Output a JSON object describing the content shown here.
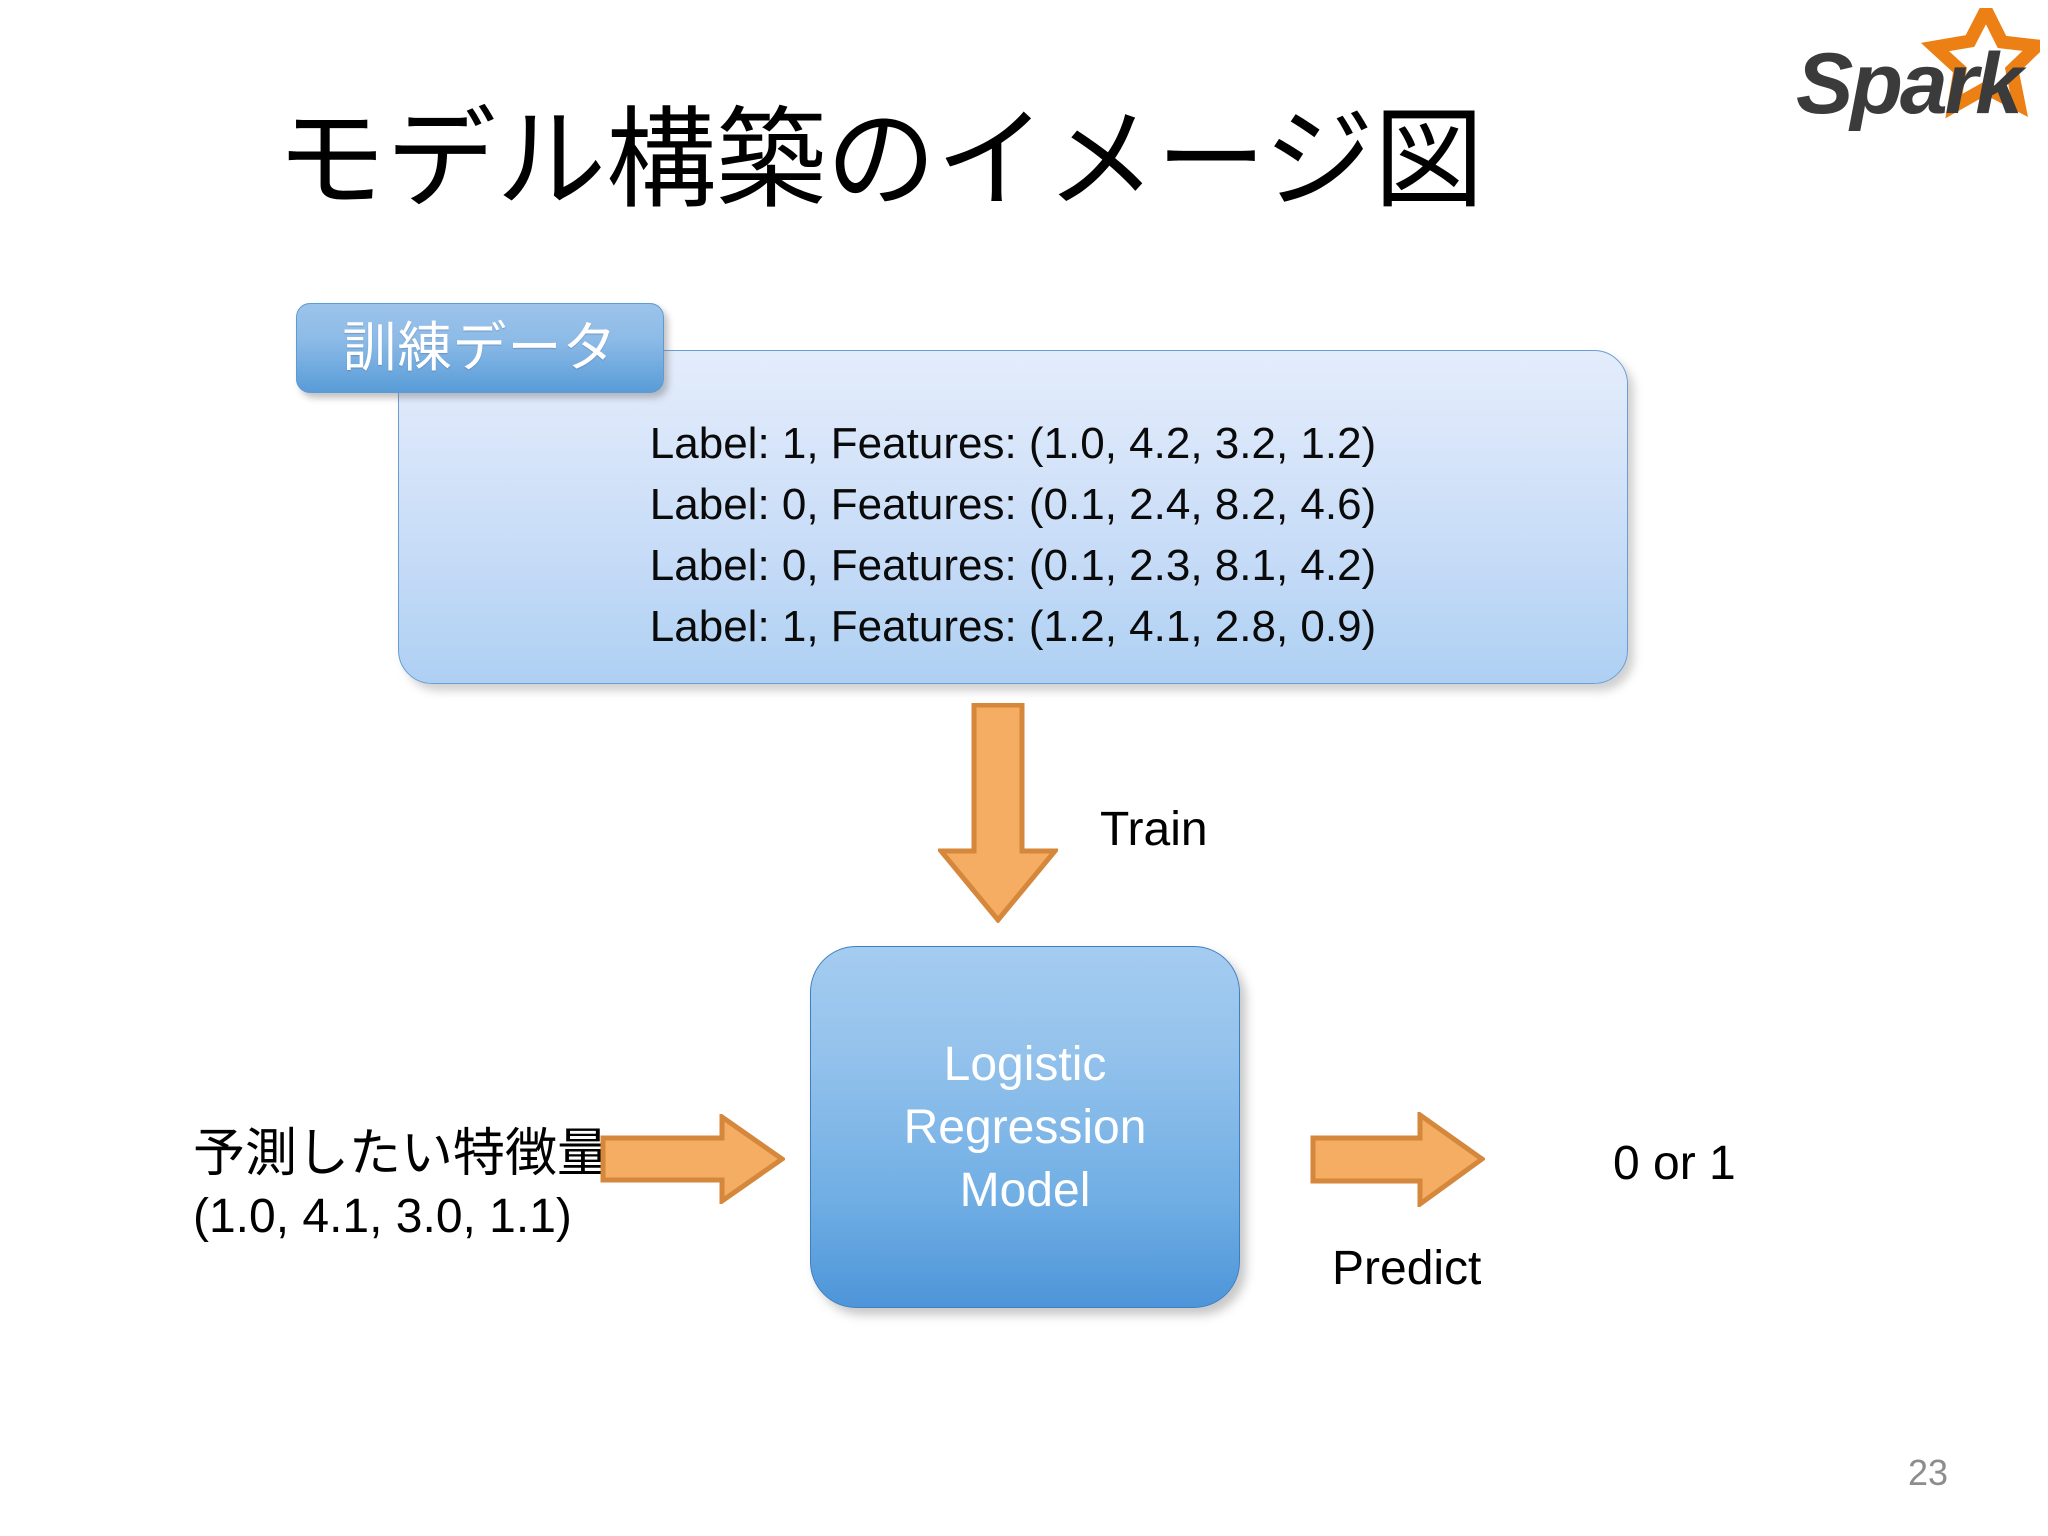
{
  "slide": {
    "title": "モデル構築のイメージ図",
    "page_number": "23",
    "page_number_color": "#8d8d8d",
    "background_color": "#ffffff"
  },
  "logo": {
    "name": "spark-logo",
    "wordmark": "Spark",
    "wordmark_color": "#3b3b3b",
    "star_color": "#ec8014"
  },
  "training_data": {
    "tab_label": "訓練データ",
    "tab_fill_top": "#9cc3ea",
    "tab_fill_bottom": "#599cd8",
    "panel_fill_top": "#e3ecfb",
    "panel_fill_bottom": "#aed0f3",
    "panel_border": "#6a9ed3",
    "rows": [
      "Label: 1, Features: (1.0, 4.2, 3.2, 1.2)",
      "Label: 0, Features: (0.1, 2.4, 8.2, 4.6)",
      "Label: 0, Features: (0.1, 2.3, 8.1, 4.2)",
      "Label: 1, Features: (1.2, 4.1, 2.8, 0.9)"
    ]
  },
  "flow": {
    "train_arrow_label": "Train",
    "predict_arrow_label": "Predict",
    "arrow_fill": "#f4ad62",
    "arrow_border": "#d5873b"
  },
  "model": {
    "lines": [
      "Logistic",
      "Regression",
      "Model"
    ],
    "text_color": "#ffffff",
    "fill_top": "#a5ccf0",
    "fill_bottom": "#4d95d9",
    "border": "#3f7fc0"
  },
  "prediction": {
    "input_title": "予測したい特徴量",
    "input_features": "(1.0, 4.1, 3.0, 1.1)",
    "output": "0 or 1"
  },
  "chart_data": {
    "type": "diagram",
    "title": "モデル構築のイメージ図",
    "nodes": [
      {
        "id": "training-data",
        "label": "訓練データ",
        "kind": "data-panel",
        "content": [
          "Label: 1, Features: (1.0, 4.2, 3.2, 1.2)",
          "Label: 0, Features: (0.1, 2.4, 8.2, 4.6)",
          "Label: 0, Features: (0.1, 2.3, 8.1, 4.2)",
          "Label: 1, Features: (1.2, 4.1, 2.8, 0.9)"
        ]
      },
      {
        "id": "model",
        "label": "Logistic Regression Model",
        "kind": "process-box"
      },
      {
        "id": "features-in",
        "label": "予測したい特徴量 (1.0, 4.1, 3.0, 1.1)",
        "kind": "text"
      },
      {
        "id": "result-out",
        "label": "0 or 1",
        "kind": "text"
      }
    ],
    "edges": [
      {
        "from": "training-data",
        "to": "model",
        "label": "Train",
        "direction": "down"
      },
      {
        "from": "features-in",
        "to": "model",
        "label": "",
        "direction": "right"
      },
      {
        "from": "model",
        "to": "result-out",
        "label": "Predict",
        "direction": "right"
      }
    ]
  }
}
